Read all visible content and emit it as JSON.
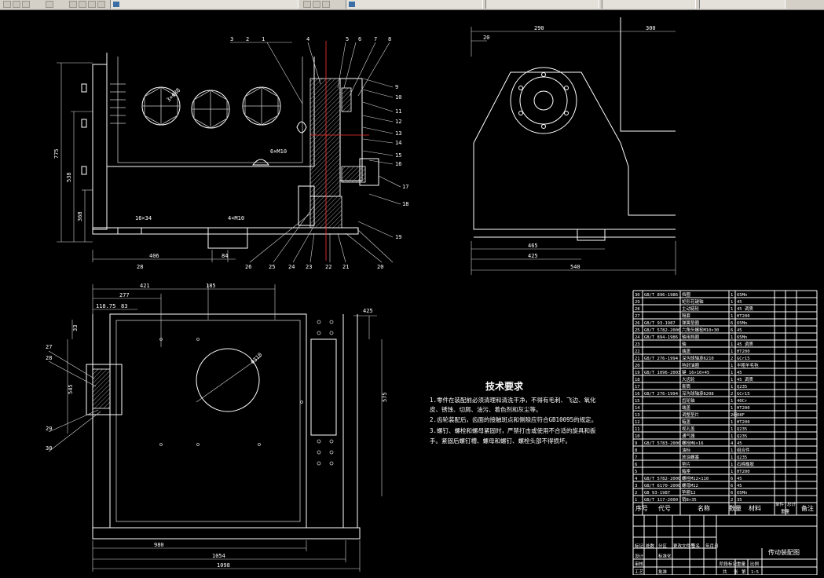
{
  "toolbar": {
    "tabs": [
      "",
      "",
      "",
      "",
      ""
    ]
  },
  "drawing": {
    "front_view": {
      "top_callouts": [
        "3",
        "2",
        "1",
        "4",
        "5",
        "6",
        "7",
        "8"
      ],
      "right_callouts": [
        "9",
        "10",
        "11",
        "12",
        "13",
        "14",
        "15",
        "16",
        "17",
        "18",
        "19"
      ],
      "bottom_callouts": [
        "26",
        "25",
        "24",
        "23",
        "22",
        "21",
        "20"
      ],
      "bolt_label": "6×M10",
      "keyway_label_1": "16×34",
      "keyway_label_2": "4×M10",
      "hole_label": "3×Φ88",
      "dim_left_total": "775",
      "dim_left_mid": "538",
      "dim_left_low": "368",
      "dim_bottom_1": "406",
      "dim_bottom_2": "84",
      "shaft_label": "25",
      "part_label_center": "28"
    },
    "side_view": {
      "dim_top_left": "290",
      "dim_top_right": "300",
      "dim_small": "20",
      "dim_bottom_1": "465",
      "dim_bottom_2": "425",
      "dim_total": "540"
    },
    "top_view": {
      "dim_1": "421",
      "dim_2": "185",
      "dim_3": "277",
      "dim_4": "118.75",
      "dim_5": "83",
      "dim_6": "33",
      "dim_7": "425",
      "dim_8": "980",
      "dim_9": "1054",
      "dim_10": "1098",
      "dim_right": "575",
      "dim_left": "545",
      "circle_label": "Φ310",
      "callouts": [
        "27",
        "28",
        "29",
        "30"
      ]
    }
  },
  "notes": {
    "title": "技术要求",
    "lines": [
      "1.零件在装配前必须清理和清洗干净，不得有毛刺、飞边、氧化",
      "  皮、锈蚀、切屑、油污、着色剂和灰尘等。",
      "2.齿轮装配后，齿面的接触斑点和侧隙应符合GB10095的规定。",
      "3.螺钉、螺栓和螺母紧固时，严禁打击或使用不合适的旋具和扳",
      "  手。紧固后螺钉槽、螺母和螺钉、螺栓头部不得损坏。"
    ]
  },
  "parts_table": {
    "rows": [
      [
        "30",
        "GB/T 896-1986",
        "挡圈",
        "1",
        "65Mn",
        "",
        ""
      ],
      [
        "29",
        "",
        "矩形花键轴",
        "1",
        "45",
        "",
        ""
      ],
      [
        "28",
        "",
        "主动链轮",
        "1",
        "45 调质",
        "",
        ""
      ],
      [
        "27",
        "",
        "隔套",
        "1",
        "HT200",
        "",
        ""
      ],
      [
        "26",
        "GB/T 93-1987",
        "弹簧垫圈",
        "6",
        "65Mn",
        "",
        ""
      ],
      [
        "25",
        "GB/T 5782-2000",
        "六角头螺栓M10×30",
        "6",
        "45",
        "",
        ""
      ],
      [
        "24",
        "GB/T 894-1986",
        "轴用挡圈",
        "1",
        "65Mn",
        "",
        ""
      ],
      [
        "23",
        "",
        "轴",
        "1",
        "45 调质",
        "",
        ""
      ],
      [
        "22",
        "",
        "端盖",
        "1",
        "HT200",
        "",
        ""
      ],
      [
        "21",
        "GB/T 276-1994",
        "深沟球轴承6210",
        "2",
        "GCr15",
        "",
        ""
      ],
      [
        "20",
        "",
        "毡封油圈",
        "1",
        "半粗羊毛毡",
        "",
        ""
      ],
      [
        "19",
        "GB/T 1096-2003",
        "键 16×10×45",
        "1",
        "45",
        "",
        ""
      ],
      [
        "18",
        "",
        "大齿轮",
        "1",
        "45 调质",
        "",
        ""
      ],
      [
        "17",
        "",
        "套筒",
        "1",
        "Q235",
        "",
        ""
      ],
      [
        "16",
        "GB/T 276-1994",
        "深沟球轴承6208",
        "2",
        "GCr15",
        "",
        ""
      ],
      [
        "15",
        "",
        "齿轮轴",
        "1",
        "40Cr",
        "",
        ""
      ],
      [
        "14",
        "",
        "端盖",
        "1",
        "HT200",
        "",
        ""
      ],
      [
        "13",
        "",
        "调整垫片",
        "2组",
        "08F",
        "",
        ""
      ],
      [
        "12",
        "",
        "箱盖",
        "1",
        "HT200",
        "",
        ""
      ],
      [
        "11",
        "",
        "视孔盖",
        "1",
        "Q235",
        "",
        ""
      ],
      [
        "10",
        "",
        "通气器",
        "1",
        "Q235",
        "",
        ""
      ],
      [
        "9",
        "GB/T 5783-2000",
        "螺栓M6×16",
        "4",
        "45",
        "",
        ""
      ],
      [
        "8",
        "",
        "油标",
        "1",
        "组合件",
        "",
        ""
      ],
      [
        "7",
        "",
        "放油螺塞",
        "1",
        "Q235",
        "",
        ""
      ],
      [
        "6",
        "",
        "垫片",
        "1",
        "石棉橡胶",
        "",
        ""
      ],
      [
        "5",
        "",
        "箱座",
        "1",
        "HT200",
        "",
        ""
      ],
      [
        "4",
        "GB/T 5782-2000",
        "螺栓M12×110",
        "6",
        "45",
        "",
        ""
      ],
      [
        "3",
        "GB/T 6170-2000",
        "螺母M12",
        "6",
        "45",
        "",
        ""
      ],
      [
        "2",
        "GB 93-1987",
        "垫圈12",
        "6",
        "65Mn",
        "",
        ""
      ],
      [
        "1",
        "GB/T 117-2000",
        "销8×35",
        "2",
        "35",
        "",
        ""
      ]
    ],
    "header": {
      "seq": "序号",
      "code": "代号",
      "name": "名称",
      "qty": "数量",
      "material": "材料",
      "unit_weight": "单件",
      "total_weight": "总计",
      "weight": "重量",
      "remark": "备注"
    }
  },
  "title_block": {
    "drawing_name": "传动装配图",
    "labels": [
      "标记",
      "处数",
      "分区",
      "更改文件号",
      "签名",
      "年月日",
      "设计",
      "审核",
      "工艺",
      "标准化",
      "批准",
      "阶段标记",
      "重量",
      "比例",
      "共",
      "张",
      "第"
    ],
    "scale": "1:5"
  }
}
